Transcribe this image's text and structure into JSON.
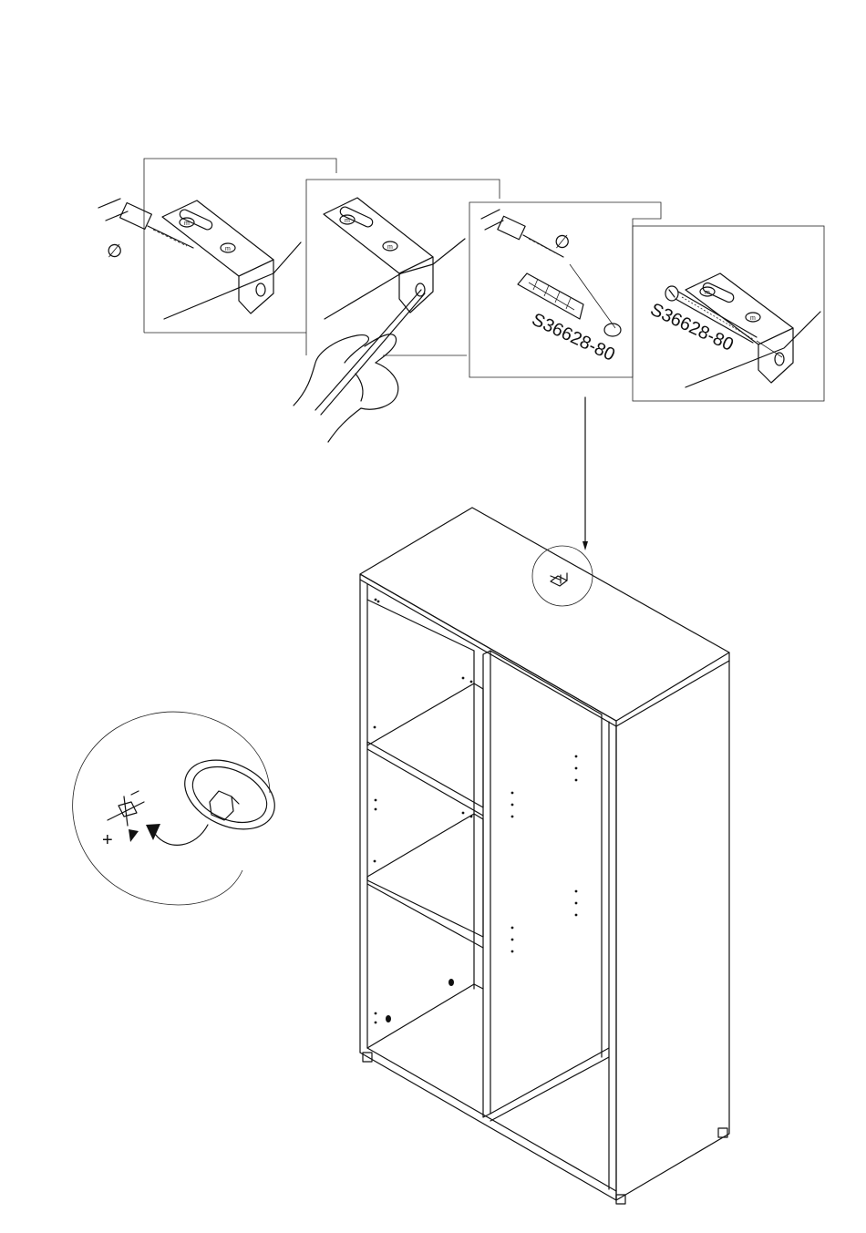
{
  "steps": {
    "drill_symbol": "∅",
    "part_code_dowel": "S36628-80",
    "part_code_screw": "S36628-80",
    "bracket_mark": "m"
  },
  "detail": {
    "symbol": "+"
  }
}
